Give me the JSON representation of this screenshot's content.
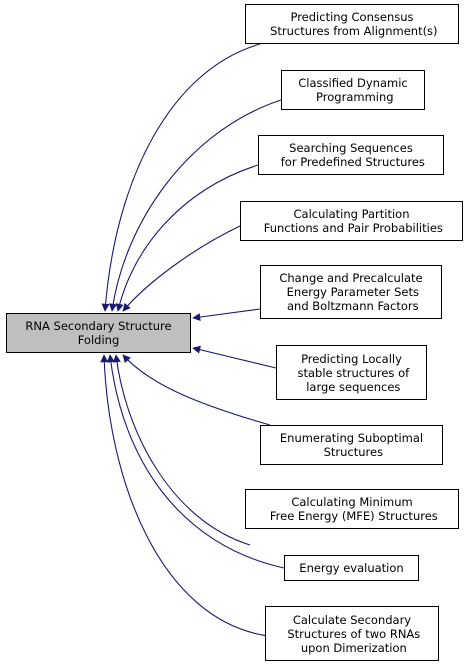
{
  "colors": {
    "edge": "#191970",
    "center_fill": "#bfbfbf",
    "node_fill": "#ffffff",
    "border": "#000000"
  },
  "center": {
    "label": "RNA Secondary Structure\nFolding"
  },
  "nodes": [
    {
      "id": "consensus",
      "label": "Predicting Consensus\n Structures from Alignment(s)"
    },
    {
      "id": "classified",
      "label": "Classified Dynamic\n Programming"
    },
    {
      "id": "searching",
      "label": "Searching Sequences\n for Predefined Structures"
    },
    {
      "id": "partition",
      "label": "Calculating Partition\n Functions and Pair Probabilities"
    },
    {
      "id": "params",
      "label": "Change and Precalculate\n Energy Parameter Sets\n and Boltzmann Factors"
    },
    {
      "id": "local",
      "label": "Predicting Locally\n stable structures of\n large sequences"
    },
    {
      "id": "subopt",
      "label": "Enumerating Suboptimal\n Structures"
    },
    {
      "id": "mfe",
      "label": "Calculating Minimum\n Free Energy (MFE) Structures"
    },
    {
      "id": "eval",
      "label": "Energy evaluation"
    },
    {
      "id": "dimer",
      "label": "Calculate Secondary\n Structures of two RNAs\n upon Dimerization"
    }
  ]
}
